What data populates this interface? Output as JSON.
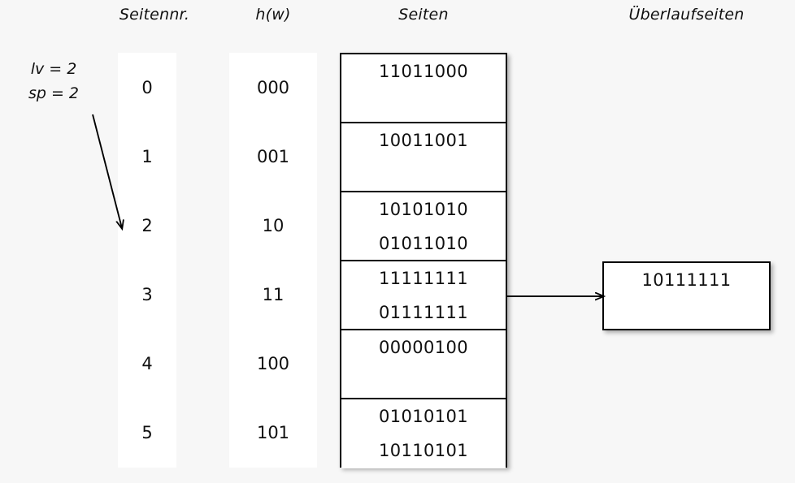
{
  "headers": {
    "seitennr": "Seitennr.",
    "hw": "h(w)",
    "seiten": "Seiten",
    "ueberlaufseiten": "Überlaufseiten"
  },
  "params": {
    "lv": "lv = 2",
    "sp": "sp = 2"
  },
  "rows": [
    {
      "seitennr": "0",
      "hw": "000",
      "entries": [
        "11011000"
      ]
    },
    {
      "seitennr": "1",
      "hw": "001",
      "entries": [
        "10011001"
      ]
    },
    {
      "seitennr": "2",
      "hw": "10",
      "entries": [
        "10101010",
        "01011010"
      ]
    },
    {
      "seitennr": "3",
      "hw": "11",
      "entries": [
        "11111111",
        "01111111"
      ]
    },
    {
      "seitennr": "4",
      "hw": "100",
      "entries": [
        "00000100"
      ]
    },
    {
      "seitennr": "5",
      "hw": "101",
      "entries": [
        "01010101",
        "10110101"
      ]
    }
  ],
  "overflow": {
    "entries": [
      "10111111"
    ],
    "source_row_index": 3
  },
  "colors": {
    "background": "#f7f7f7",
    "panel": "#ffffff",
    "stroke": "#000000",
    "text": "#101010"
  }
}
